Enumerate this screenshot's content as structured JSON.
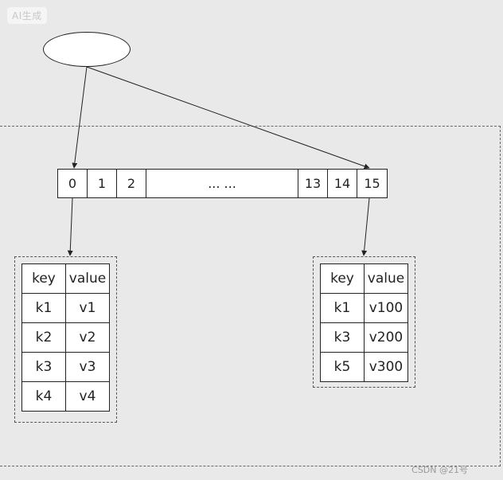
{
  "badge": "AI生成",
  "buckets": [
    "0",
    "1",
    "2",
    "... ...",
    "13",
    "14",
    "15"
  ],
  "left_table": {
    "header": [
      "key",
      "value"
    ],
    "rows": [
      [
        "k1",
        "v1"
      ],
      [
        "k2",
        "v2"
      ],
      [
        "k3",
        "v3"
      ],
      [
        "k4",
        "v4"
      ]
    ]
  },
  "right_table": {
    "header": [
      "key",
      "value"
    ],
    "rows": [
      [
        "k1",
        "v100"
      ],
      [
        "k3",
        "v200"
      ],
      [
        "k5",
        "v300"
      ]
    ]
  },
  "watermark": "CSDN @21号"
}
